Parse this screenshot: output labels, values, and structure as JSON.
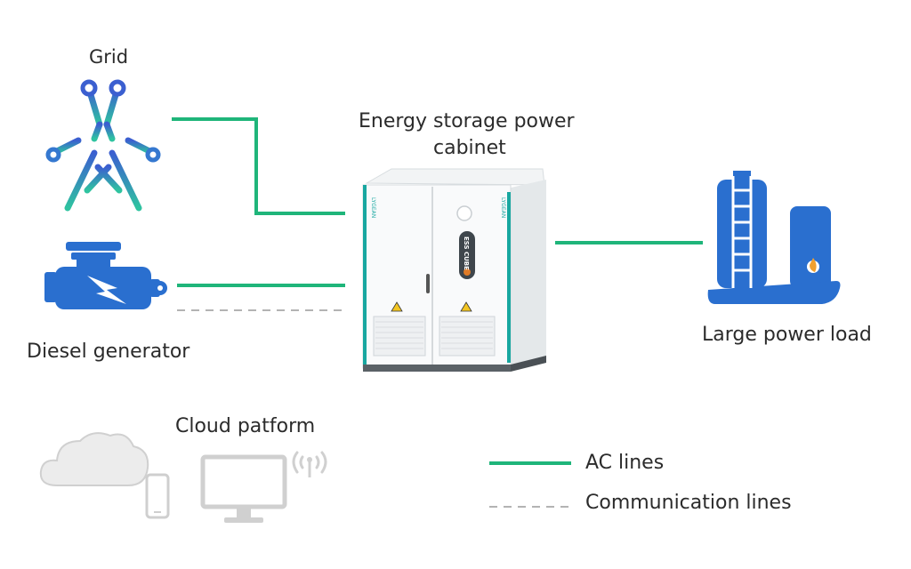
{
  "labels": {
    "grid": "Grid",
    "cabinet_line1": "Energy storage power",
    "cabinet_line2": "cabinet",
    "diesel": "Diesel generator",
    "load": "Large power load",
    "cloud": "Cloud patform"
  },
  "cabinet": {
    "brand": "LYGEAN",
    "model": "ESS CUBE"
  },
  "legend": {
    "ac": "AC lines",
    "comm": "Communication lines"
  },
  "colors": {
    "ac_line": "#1fb57a",
    "comm_line": "#9a9a9a",
    "icon_blue": "#2a6fcf",
    "icon_grey": "#d9d9d9"
  }
}
